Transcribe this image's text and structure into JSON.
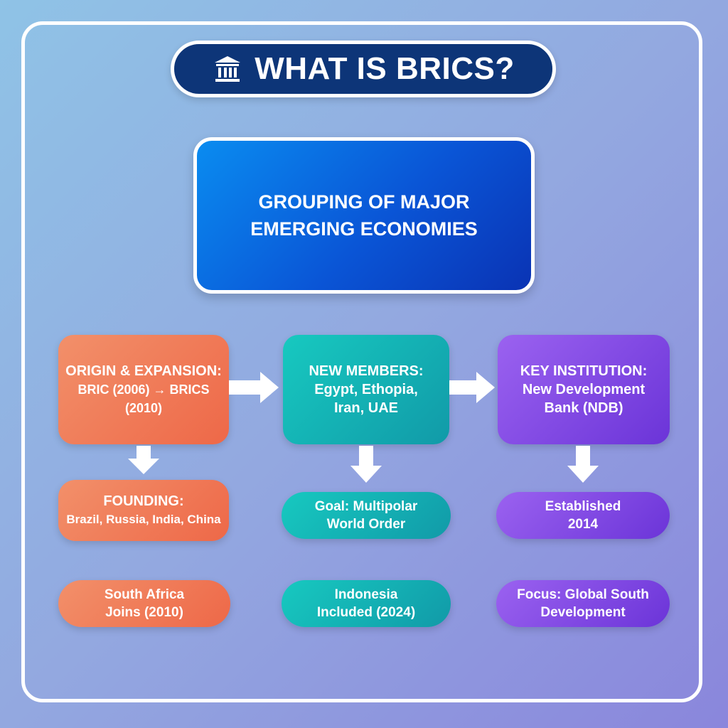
{
  "title": "WHAT IS BRICS?",
  "title_icon": "institution-icon",
  "center": {
    "text": "GROUPING OF MAJOR EMERGING ECONOMIES"
  },
  "columns": [
    {
      "color": "#ee6848",
      "header": {
        "line1": "ORIGIN & EXPANSION:",
        "line2": "BRIC (2006) → BRICS (2010)"
      },
      "item1": {
        "line1": "FOUNDING:",
        "line2": "Brazil, Russia, India, China"
      },
      "item2": {
        "line1": "South Africa",
        "line2": "Joins (2010)"
      }
    },
    {
      "color": "#119aa8",
      "header": {
        "line1": "NEW MEMBERS:",
        "line2": "Egypt, Ethopia,",
        "line3": "Iran, UAE"
      },
      "item1": {
        "line1": "Goal: Multipolar",
        "line2": "World Order"
      },
      "item2": {
        "line1": "Indonesia",
        "line2": "Included (2024)"
      }
    },
    {
      "color": "#6b34d8",
      "header": {
        "line1": "KEY INSTITUTION:",
        "line2": "New Development",
        "line3": "Bank (NDB)"
      },
      "item1": {
        "line1": "Established",
        "line2": "2014"
      },
      "item2": {
        "line1": "Focus: Global South",
        "line2": "Development"
      }
    }
  ]
}
